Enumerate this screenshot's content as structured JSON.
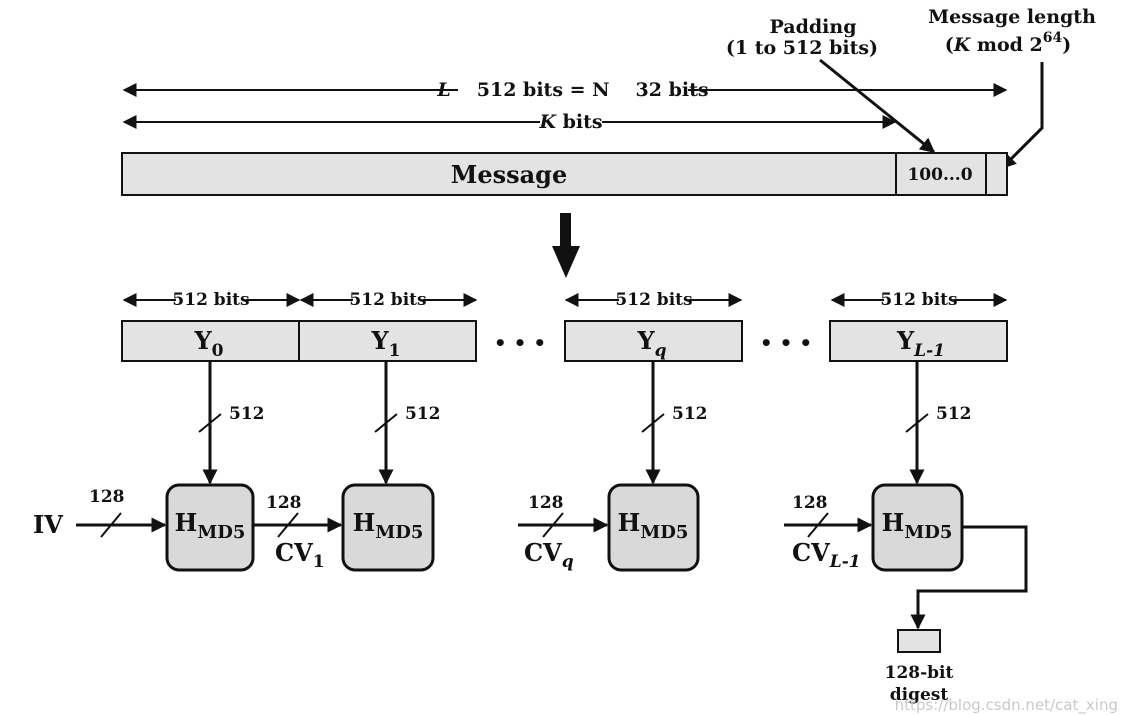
{
  "padding": {
    "title": "Padding",
    "range": "(1 to 512 bits)",
    "content": "100...0"
  },
  "message_length": {
    "title": "Message length",
    "k": "K",
    "mod": " mod 2",
    "exp": "64",
    "close": ")",
    "open": "("
  },
  "dims": {
    "l": "L",
    "l_rest": "512 bits = N",
    "l_tail": "32 bits",
    "k": "K",
    "k_rest": " bits"
  },
  "message_label": "Message",
  "block_size_label": "512 bits",
  "blocks": [
    {
      "base": "Y",
      "sub": "0"
    },
    {
      "base": "Y",
      "sub": "1"
    },
    {
      "base": "Y",
      "sub": "q"
    },
    {
      "base": "Y",
      "sub": "L-1"
    }
  ],
  "ellipsis": "• • •",
  "bus_512": "512",
  "bus_128": "128",
  "hash_fn": {
    "base": "H",
    "sub": "MD5"
  },
  "iv_label": "IV",
  "cv_labels": [
    {
      "base": "CV",
      "sub": "1"
    },
    {
      "base": "CV",
      "sub": "q"
    },
    {
      "base": "CV",
      "sub": "L-1"
    }
  ],
  "digest": {
    "line1": "128-bit",
    "line2": "digest"
  },
  "watermark": "https://blog.csdn.net/cat_xing"
}
